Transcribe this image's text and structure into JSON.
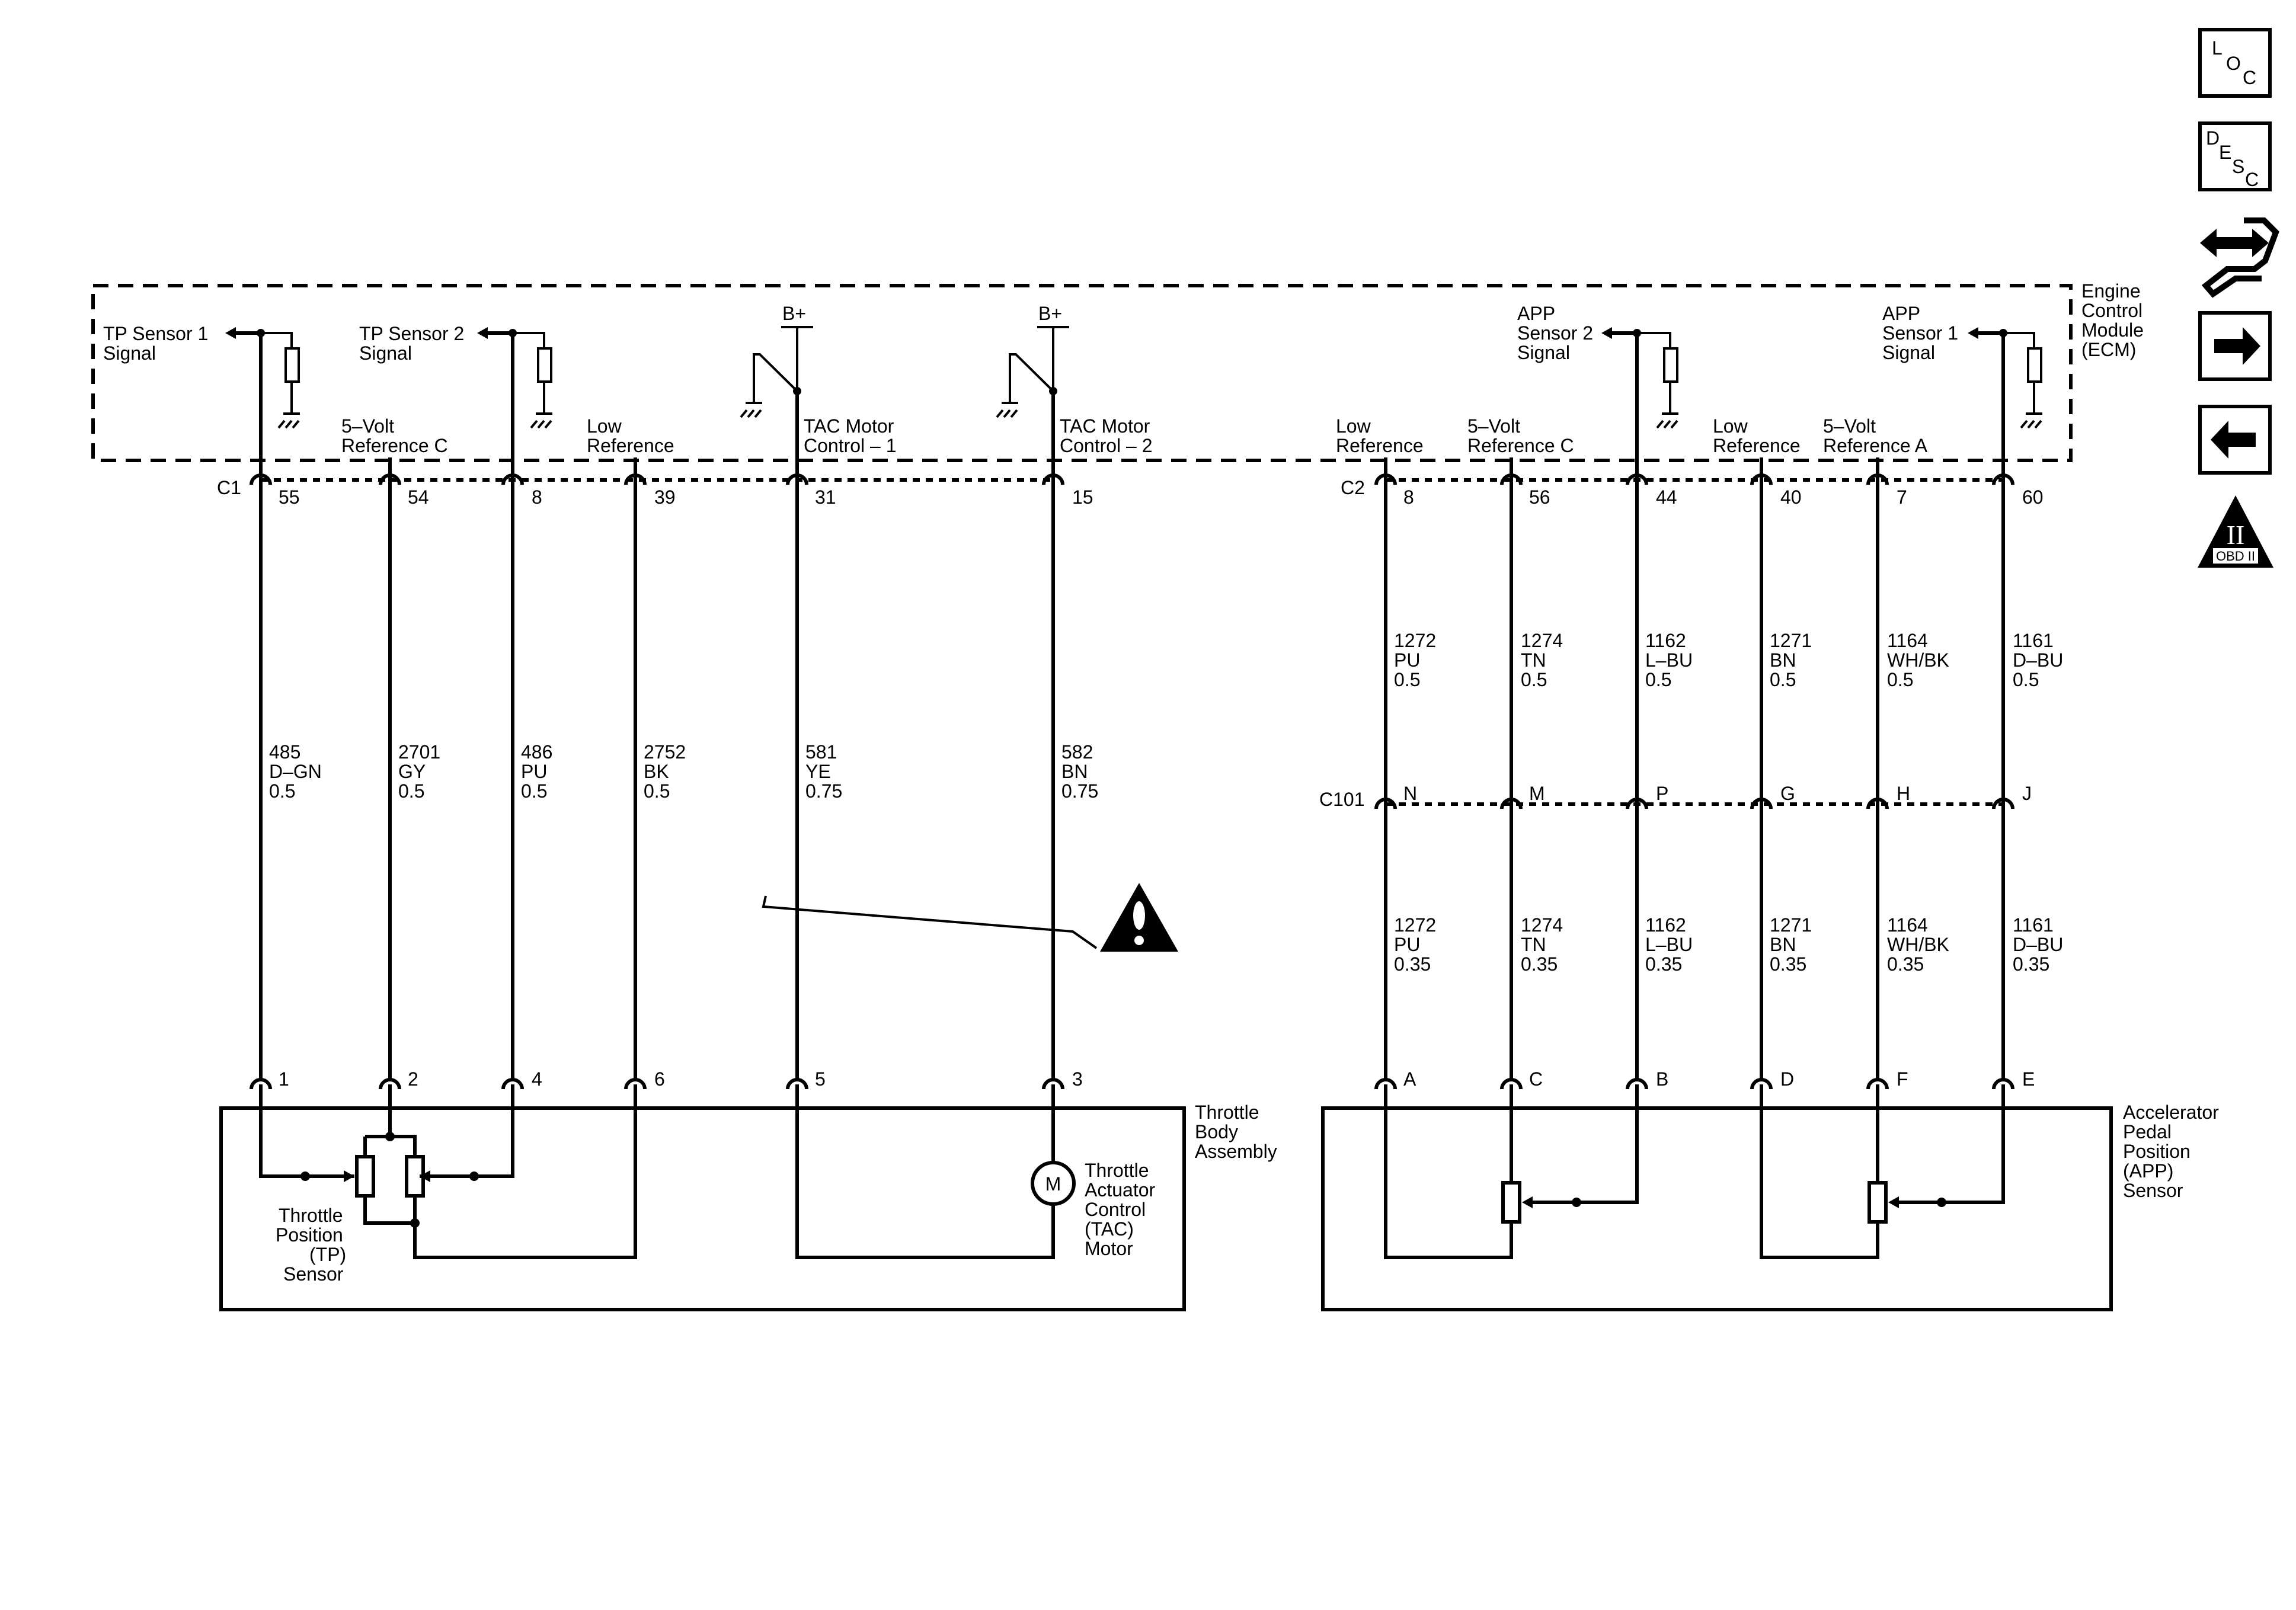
{
  "ecm": {
    "module_lines": [
      "Engine",
      "Control",
      "Module",
      "(ECM)"
    ]
  },
  "ecm_labels": {
    "tp1": [
      "TP Sensor 1",
      "Signal"
    ],
    "ref_c_left": [
      "5–Volt",
      "Reference C"
    ],
    "tp2": [
      "TP Sensor 2",
      "Signal"
    ],
    "low_ref_left": [
      "Low",
      "Reference"
    ],
    "tac1": [
      "TAC Motor",
      "Control – 1"
    ],
    "tac2": [
      "TAC Motor",
      "Control – 2"
    ],
    "low_ref_right1": [
      "Low",
      "Reference"
    ],
    "ref_c_right": [
      "5–Volt",
      "Reference C"
    ],
    "app2": [
      "APP",
      "Sensor 2",
      "Signal"
    ],
    "low_ref_right2": [
      "Low",
      "Reference"
    ],
    "ref_a": [
      "5–Volt",
      "Reference A"
    ],
    "app1": [
      "APP",
      "Sensor 1",
      "Signal"
    ],
    "bplus1": "B+",
    "bplus2": "B+"
  },
  "connectors": {
    "c1": "C1",
    "c2": "C2",
    "c101": "C101"
  },
  "left_wires": [
    {
      "pin": "55",
      "circuit": "485",
      "color": "D–GN",
      "gauge": "0.5",
      "comp_pin": "1"
    },
    {
      "pin": "54",
      "circuit": "2701",
      "color": "GY",
      "gauge": "0.5",
      "comp_pin": "2"
    },
    {
      "pin": "8",
      "circuit": "486",
      "color": "PU",
      "gauge": "0.5",
      "comp_pin": "4"
    },
    {
      "pin": "39",
      "circuit": "2752",
      "color": "BK",
      "gauge": "0.5",
      "comp_pin": "6"
    },
    {
      "pin": "31",
      "circuit": "581",
      "color": "YE",
      "gauge": "0.75",
      "comp_pin": "5"
    },
    {
      "pin": "15",
      "circuit": "582",
      "color": "BN",
      "gauge": "0.75",
      "comp_pin": "3"
    }
  ],
  "right_wires": [
    {
      "pin": "8",
      "circuit": "1272",
      "color": "PU",
      "gauge_top": "0.5",
      "c101_pin": "N",
      "gauge_bottom": "0.35",
      "comp_pin": "A"
    },
    {
      "pin": "56",
      "circuit": "1274",
      "color": "TN",
      "gauge_top": "0.5",
      "c101_pin": "M",
      "gauge_bottom": "0.35",
      "comp_pin": "C"
    },
    {
      "pin": "44",
      "circuit": "1162",
      "color": "L–BU",
      "gauge_top": "0.5",
      "c101_pin": "P",
      "gauge_bottom": "0.35",
      "comp_pin": "B"
    },
    {
      "pin": "40",
      "circuit": "1271",
      "color": "BN",
      "gauge_top": "0.5",
      "c101_pin": "G",
      "gauge_bottom": "0.35",
      "comp_pin": "D"
    },
    {
      "pin": "7",
      "circuit": "1164",
      "color": "WH/BK",
      "gauge_top": "0.5",
      "c101_pin": "H",
      "gauge_bottom": "0.35",
      "comp_pin": "F"
    },
    {
      "pin": "60",
      "circuit": "1161",
      "color": "D–BU",
      "gauge_top": "0.5",
      "c101_pin": "J",
      "gauge_bottom": "0.35",
      "comp_pin": "E"
    }
  ],
  "components": {
    "throttle_body": [
      "Throttle",
      "Body",
      "Assembly"
    ],
    "tp_sensor": [
      "Throttle",
      "Position",
      "(TP)",
      "Sensor"
    ],
    "tac_motor": [
      "Throttle",
      "Actuator",
      "Control",
      "(TAC)",
      "Motor"
    ],
    "motor_symbol": "M",
    "app_sensor": [
      "Accelerator",
      "Pedal",
      "Position",
      "(APP)",
      "Sensor"
    ]
  },
  "nav": {
    "loc": [
      "L",
      "O",
      "C"
    ],
    "desc": [
      "D",
      "E",
      "S",
      "C"
    ],
    "obd_numeral": "II",
    "obd_label": "OBD II"
  }
}
